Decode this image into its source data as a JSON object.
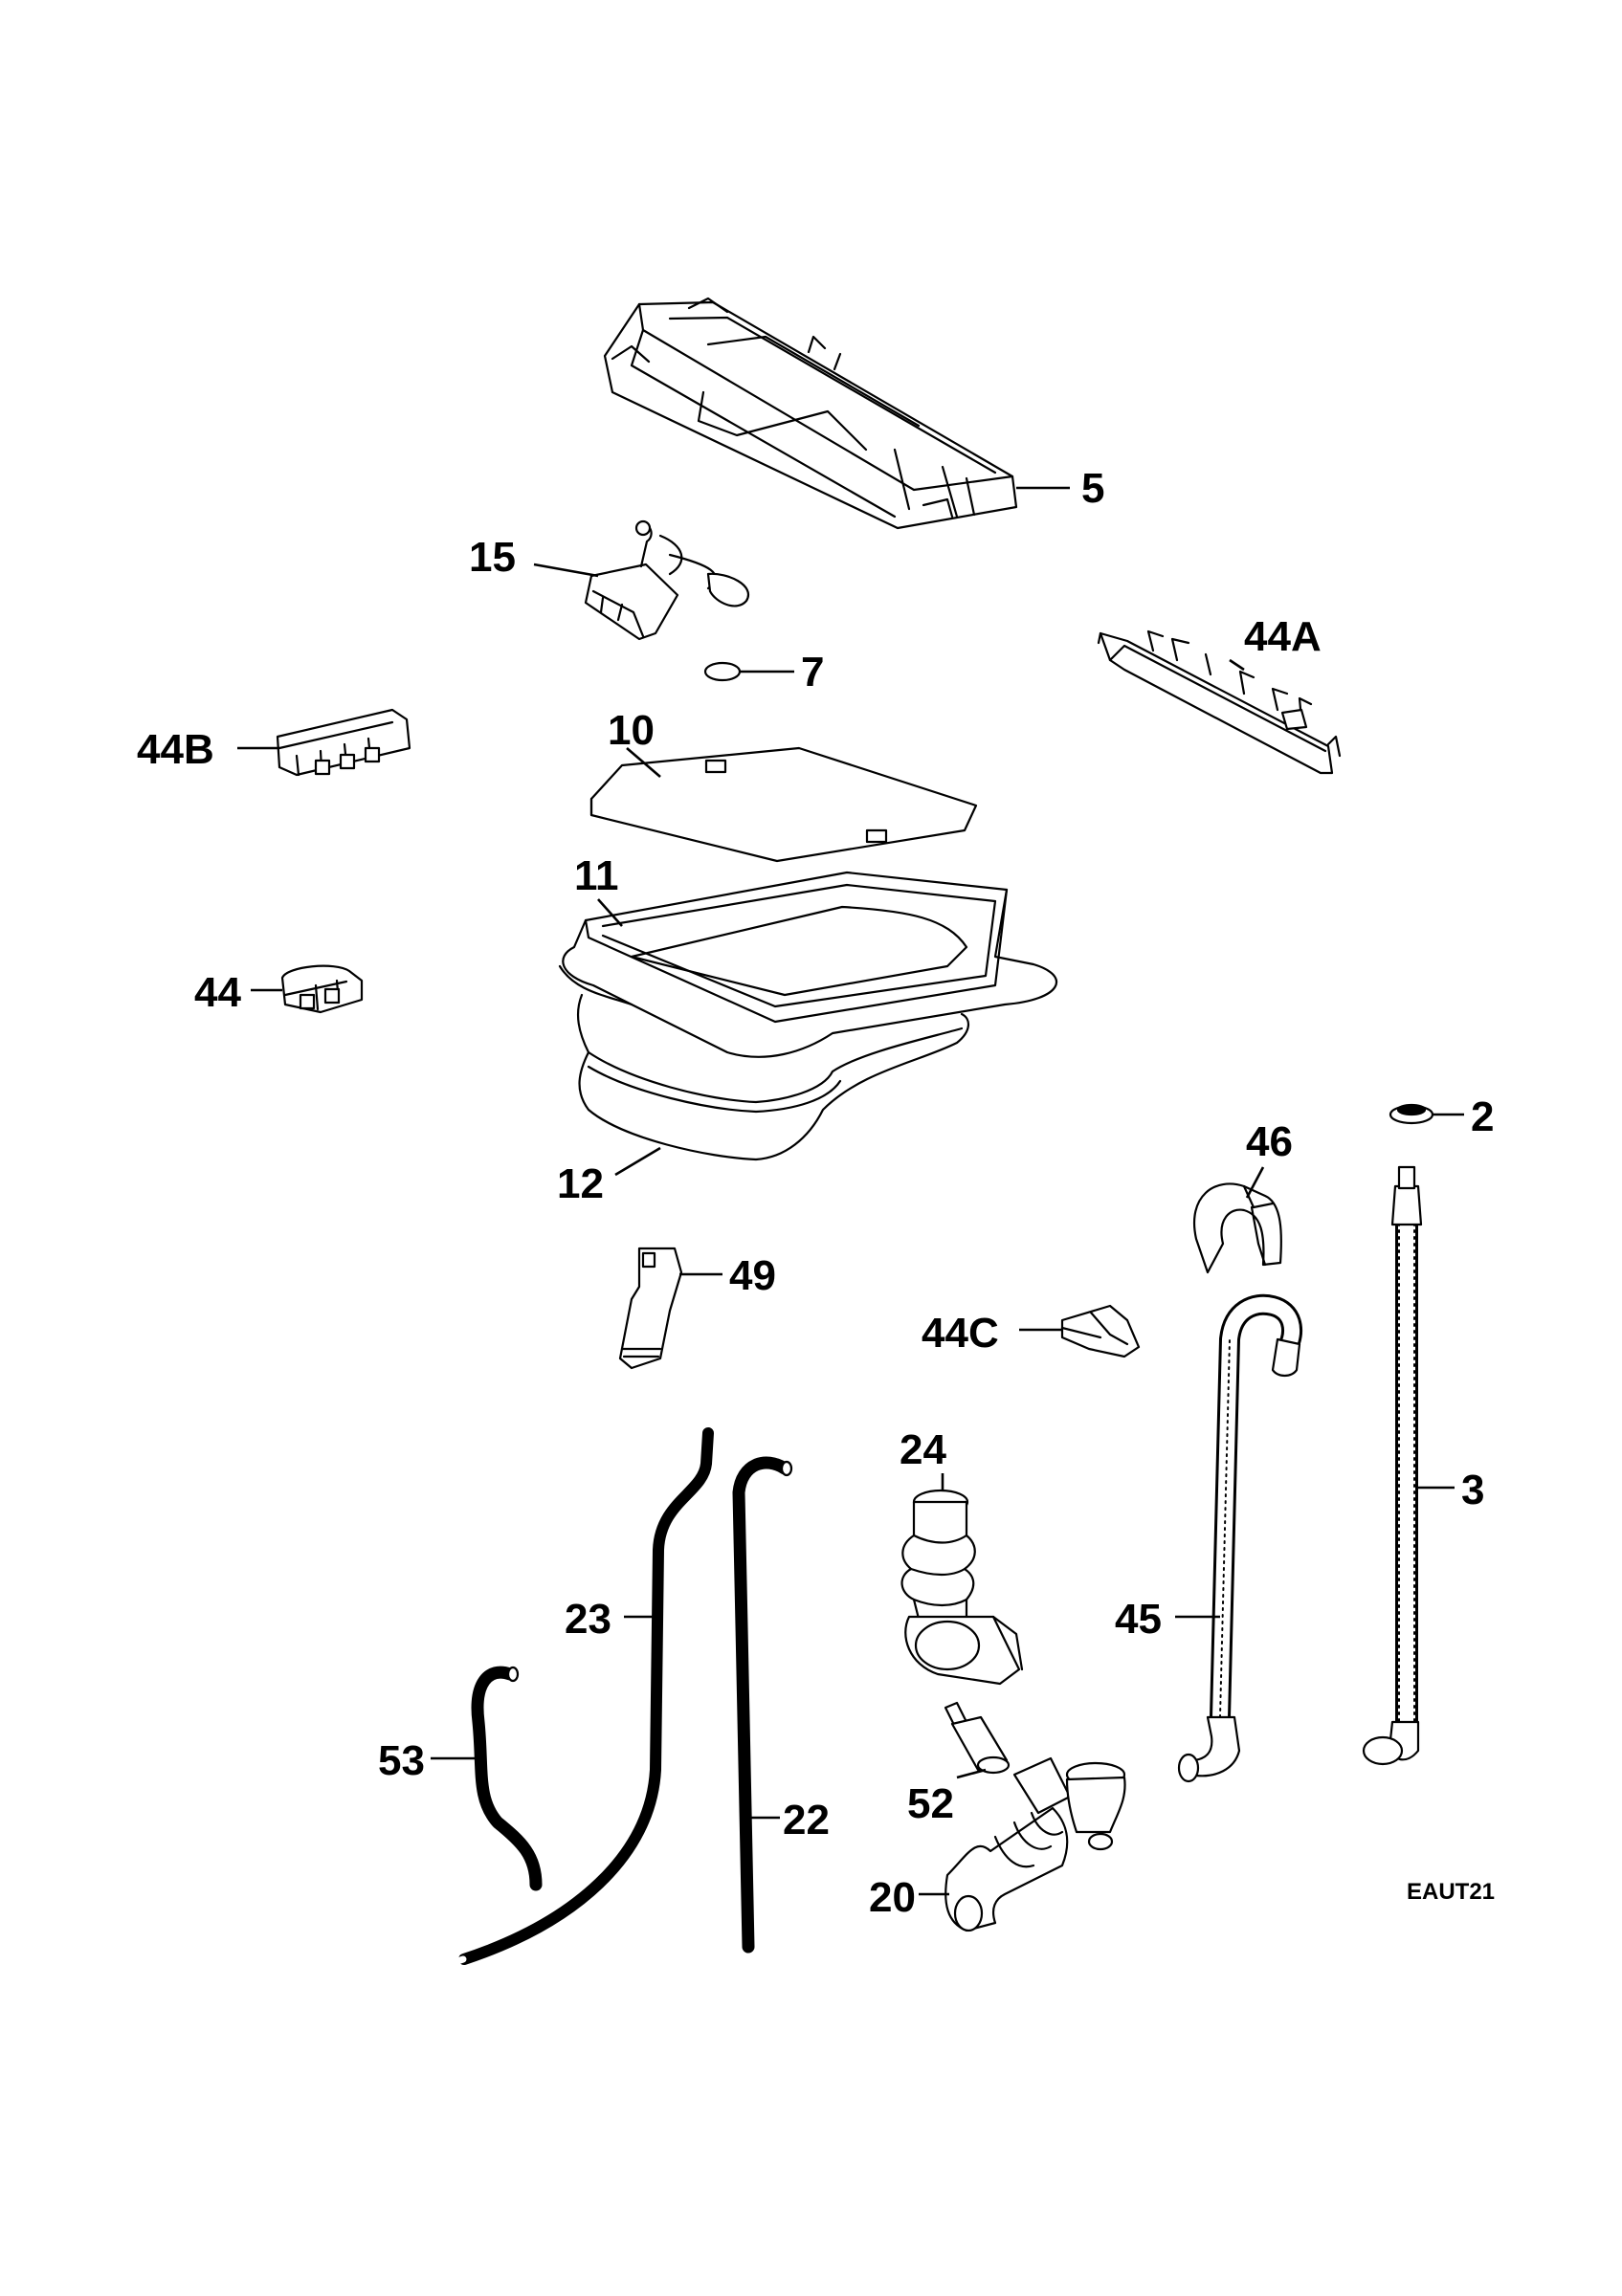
{
  "labels": {
    "p5": "5",
    "p15": "15",
    "p7": "7",
    "p44A": "44A",
    "p44B": "44B",
    "p10": "10",
    "p11": "11",
    "p44": "44",
    "p12": "12",
    "p2": "2",
    "p46": "46",
    "p49": "49",
    "p44C": "44C",
    "p24": "24",
    "p3": "3",
    "p23": "23",
    "p45": "45",
    "p53": "53",
    "p52": "52",
    "p22": "22",
    "p20": "20"
  },
  "drawing_code": "EAUT21"
}
